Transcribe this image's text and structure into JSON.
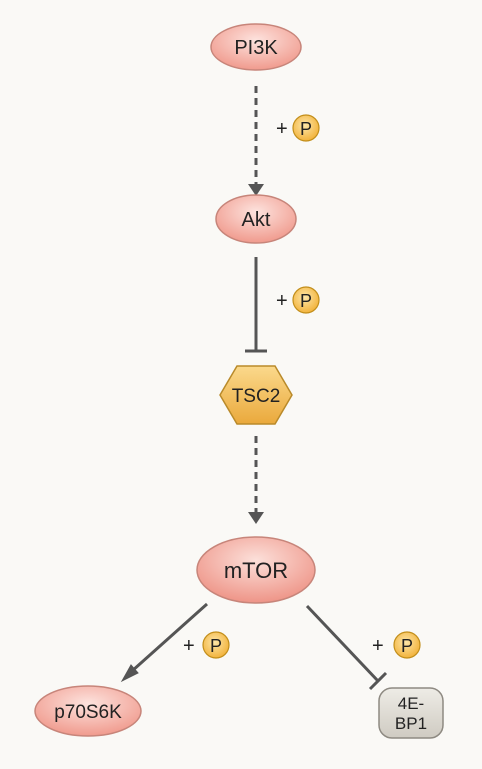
{
  "nodes": {
    "pi3k": {
      "label": "PI3K"
    },
    "akt": {
      "label": "Akt"
    },
    "tsc2": {
      "label": "TSC2"
    },
    "mtor": {
      "label": "mTOR"
    },
    "p70s6k": {
      "label": "p70S6K"
    },
    "eb": {
      "label_line1": "4E-",
      "label_line2": "BP1"
    }
  },
  "phospho": {
    "plus": "+",
    "p": "P"
  },
  "edges": [
    {
      "from": "PI3K",
      "to": "Akt",
      "style": "dashed",
      "end": "arrow",
      "annotation": "+P"
    },
    {
      "from": "Akt",
      "to": "TSC2",
      "style": "solid",
      "end": "inhibition",
      "annotation": "+P"
    },
    {
      "from": "TSC2",
      "to": "mTOR",
      "style": "dashed",
      "end": "arrow"
    },
    {
      "from": "mTOR",
      "to": "p70S6K",
      "style": "solid",
      "end": "arrow",
      "annotation": "+P"
    },
    {
      "from": "mTOR",
      "to": "4E-BP1",
      "style": "solid",
      "end": "inhibition",
      "annotation": "+P"
    }
  ],
  "colors": {
    "background": "#faf9f6",
    "kinase_fill": "#f6b3a8",
    "kinase_stroke": "#c7857a",
    "tsc2_fill": "#f4c160",
    "tsc2_stroke": "#b98a2a",
    "eb_fill": "#dedbd3",
    "eb_stroke": "#8e8a82",
    "phospho_fill": "#f8c65a",
    "phospho_stroke": "#c28e1a",
    "edge": "#555555",
    "text": "#222222"
  }
}
